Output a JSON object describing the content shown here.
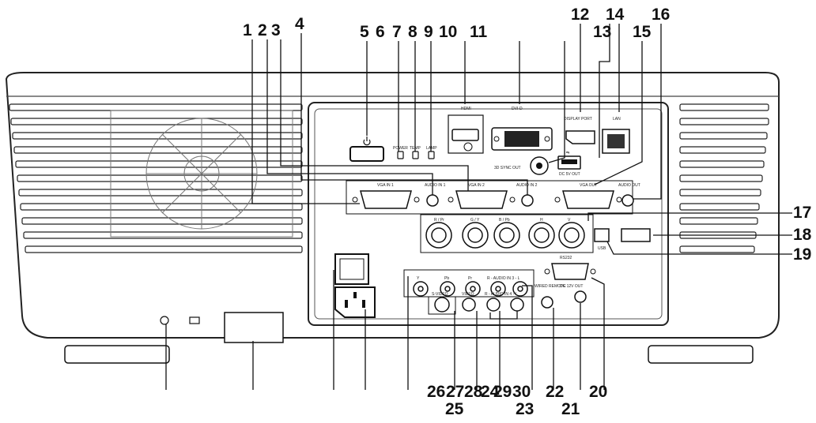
{
  "callout_numbers": [
    "1",
    "2",
    "3",
    "4",
    "5",
    "6",
    "7",
    "8",
    "9",
    "10",
    "11",
    "12",
    "13",
    "14",
    "15",
    "16",
    "17",
    "18",
    "19",
    "20",
    "21",
    "22",
    "23",
    "24",
    "25",
    "26",
    "27",
    "28",
    "29",
    "30"
  ],
  "panel_labels": {
    "hdmi": "HDMI",
    "dvi": "DVI-D",
    "displayport": "DISPLAY PORT",
    "lan": "LAN",
    "power": "POWER",
    "temp": "TEMP",
    "lamp": "LAMP",
    "sync_out": "3D SYNC OUT",
    "dc5v": "DC 5V OUT",
    "vga_in_1": "VGA IN 1",
    "audio_in_1": "AUDIO IN 1",
    "vga_in_2": "VGA IN 2",
    "audio_in_2": "AUDIO IN 2",
    "vga_out": "VGA OUT",
    "audio_out": "AUDIO OUT",
    "bnc_rpr": "R / Pr",
    "bnc_gy": "G / Y",
    "bnc_bpb": "B / Pb",
    "bnc_h": "H",
    "bnc_v": "V",
    "usb_service": "USB",
    "comp_y": "Y",
    "comp_pb": "Pb",
    "comp_pr": "Pr",
    "audio_in_3": "R - AUDIO IN 3 - L",
    "rs232": "RS232",
    "svideo": "S-VIDEO",
    "video": "VIDEO",
    "audio_in_4": "R - AUDIO IN 4 - L",
    "wired_remote": "WIRED REMOTE",
    "dc12v": "DC 12V OUT"
  }
}
